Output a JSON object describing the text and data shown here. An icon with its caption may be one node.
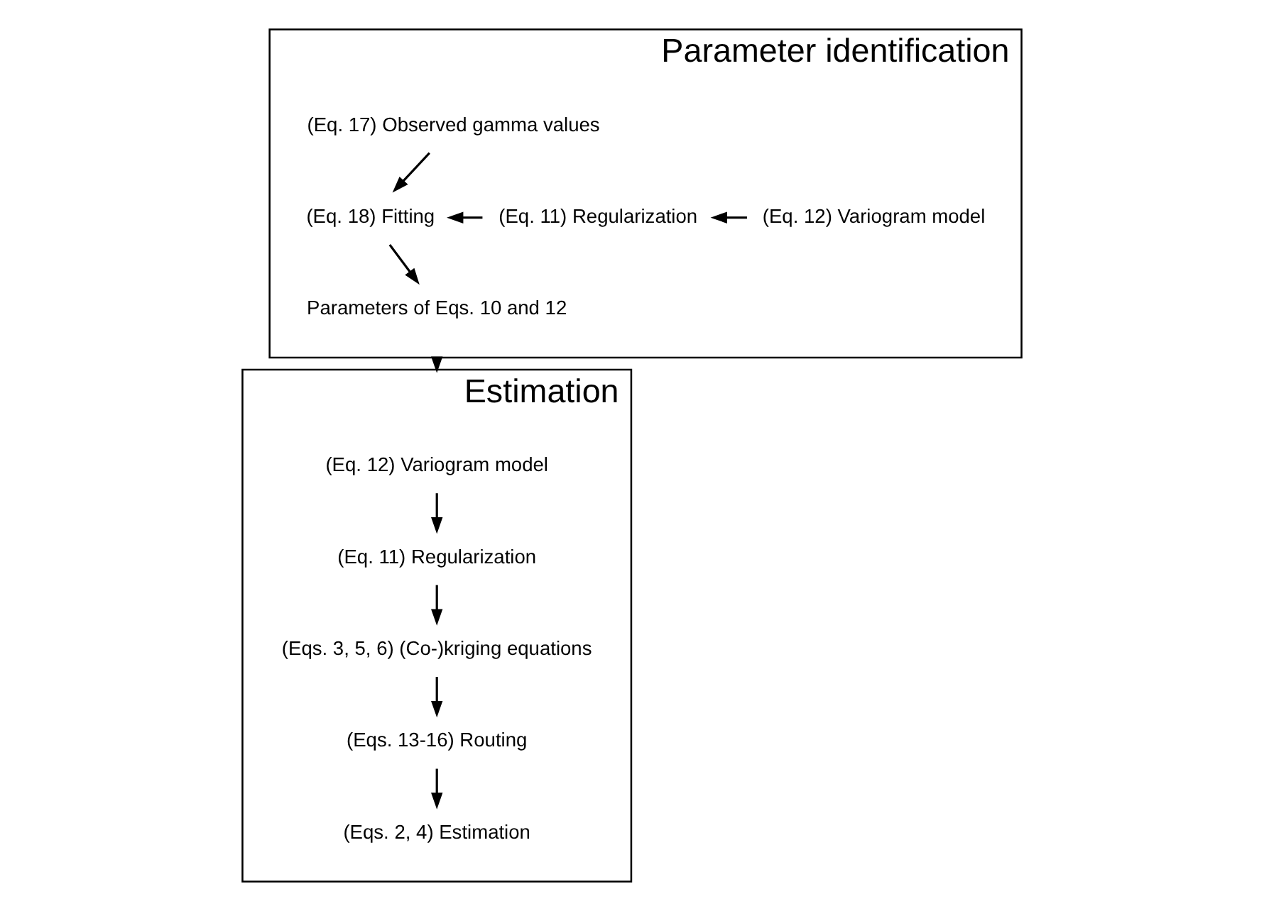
{
  "diagram": {
    "nodes": [
      {
        "text": [
          "Parameter identification"
        ]
      },
      {
        "text": [
          "(Eq. 17) Observed gamma values"
        ],
        "in": 0
      },
      {
        "text": [
          "(Eq. 18) Fitting"
        ],
        "in": 0
      },
      {
        "text": [
          "(Eq. 11) Regularization"
        ],
        "in": 0
      },
      {
        "text": [
          "(Eq. 12) Variogram model"
        ],
        "in": 0
      },
      {
        "text": [
          "Parameters of Eqs. 10 and 12"
        ],
        "in": 0
      },
      {
        "text": [
          "Estimation"
        ]
      },
      {
        "text": [
          "(Eq. 12) Variogram model"
        ],
        "in": 6
      },
      {
        "text": [
          "(Eq. 11) Regularization"
        ],
        "in": 6
      },
      {
        "text": [
          "(Eqs. 3, 5, 6) (Co-)kriging equations"
        ],
        "in": 6
      },
      {
        "text": [
          "(Eqs. 13-16) Routing"
        ],
        "in": 6
      },
      {
        "text": [
          "(Eqs. 2, 4) Estimation"
        ],
        "in": 6
      }
    ],
    "edges": [
      {
        "from": 1,
        "to": 2,
        "arrow": "to"
      },
      {
        "from": 4,
        "to": 3,
        "arrow": "to"
      },
      {
        "from": 3,
        "to": 2,
        "arrow": "to"
      },
      {
        "from": 2,
        "to": 5,
        "arrow": "to"
      },
      {
        "from": 0,
        "to": 6,
        "arrow": "to"
      },
      {
        "from": 7,
        "to": 8,
        "arrow": "to"
      },
      {
        "from": 8,
        "to": 9,
        "arrow": "to"
      },
      {
        "from": 9,
        "to": 10,
        "arrow": "to"
      },
      {
        "from": 10,
        "to": 11,
        "arrow": "to"
      }
    ]
  }
}
